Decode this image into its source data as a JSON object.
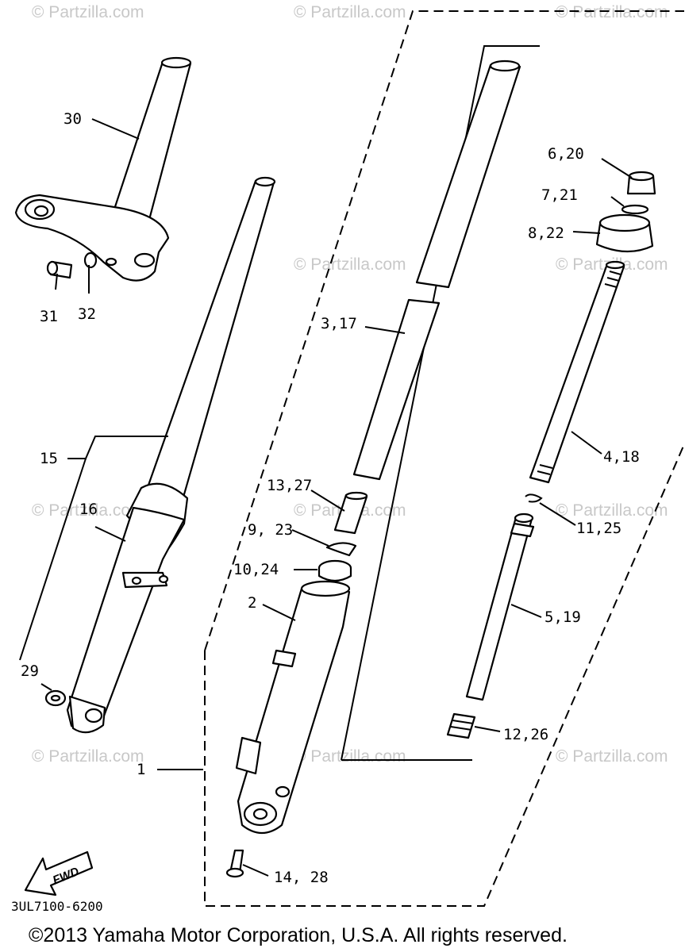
{
  "watermark": "© Partzilla.com",
  "labels": {
    "l30": "30",
    "l31": "31",
    "l32": "32",
    "l15": "15",
    "l16": "16",
    "l29": "29",
    "l1": "1",
    "l2": "2",
    "l3_17": "3,17",
    "l13_27": "13,27",
    "l9_23": "9, 23",
    "l10_24": "10,24",
    "l14_28": "14, 28",
    "l6_20": "6,20",
    "l7_21": "7,21",
    "l8_22": "8,22",
    "l4_18": "4,18",
    "l11_25": "11,25",
    "l5_19": "5,19",
    "l12_26": "12,26"
  },
  "fwd_label": "FWD",
  "diagram_code": "3UL7100-6200",
  "copyright": "©2013 Yamaha Motor Corporation, U.S.A. All rights reserved."
}
